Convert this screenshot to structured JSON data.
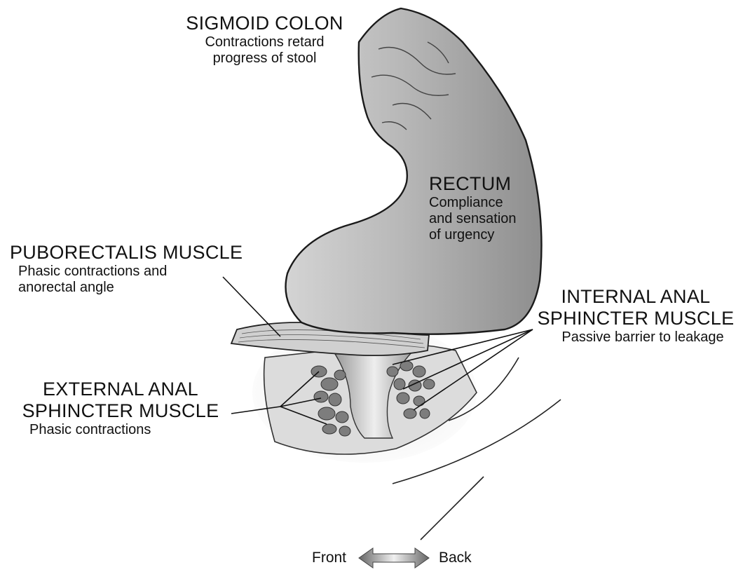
{
  "labels": {
    "sigmoid": {
      "title": "SIGMOID COLON",
      "desc": [
        "Contractions retard",
        "progress of stool"
      ]
    },
    "rectum": {
      "title": "RECTUM",
      "desc": [
        "Compliance",
        "and sensation",
        "of urgency"
      ]
    },
    "puborectalis": {
      "title": "PUBORECTALIS MUSCLE",
      "desc": [
        "Phasic contractions and",
        "anorectal angle"
      ]
    },
    "internal": {
      "title": [
        "INTERNAL ANAL",
        "SPHINCTER MUSCLE"
      ],
      "desc": "Passive barrier to leakage"
    },
    "external": {
      "title": [
        "EXTERNAL ANAL",
        "SPHINCTER MUSCLE"
      ],
      "desc": "Phasic contractions"
    }
  },
  "orientation": {
    "front": "Front",
    "back": "Back"
  },
  "colors": {
    "colon": "#b9b9b9",
    "colon_shadow": "#8a8a8a",
    "outline": "#222222",
    "sphincter_bg": "#e2e2e2",
    "sphincter_blob": "#7a7a7a"
  }
}
